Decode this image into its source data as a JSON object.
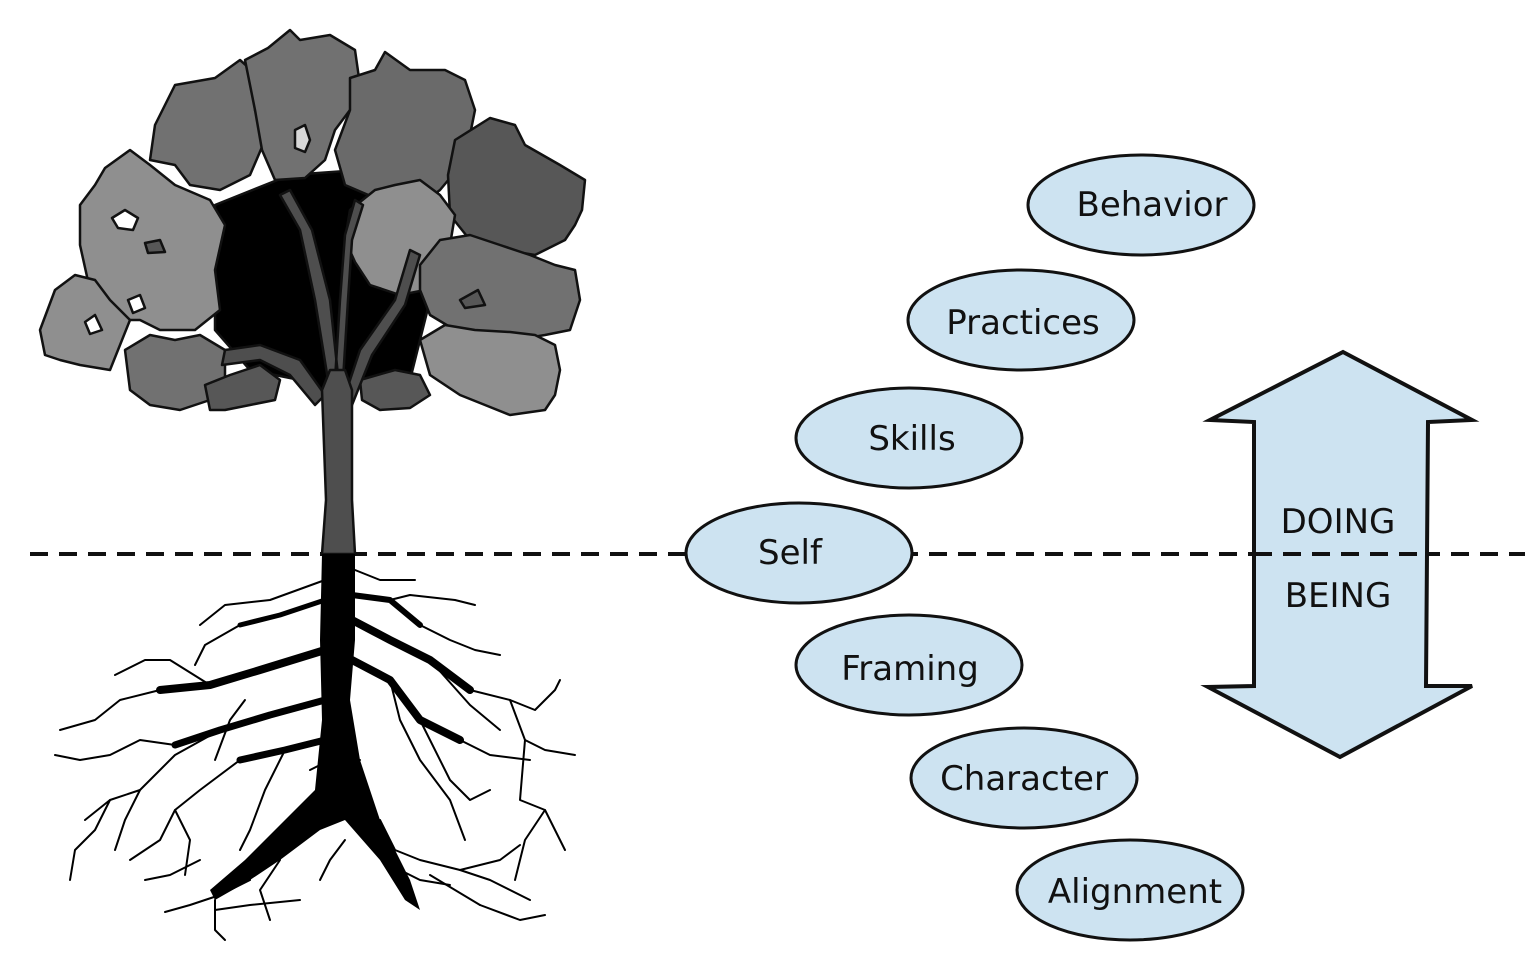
{
  "diagram": {
    "divider_style": "dashed",
    "colors": {
      "bubble_fill": "#cde3f1",
      "outline": "#111111",
      "foliage_light": "#8f8f8f",
      "foliage_mid": "#717171",
      "foliage_dark": "#575757",
      "branches": "#4e4e4e",
      "canopy_inner": "#000000",
      "roots": "#000000"
    },
    "bubbles": [
      {
        "label": "Behavior",
        "zone": "doing"
      },
      {
        "label": "Practices",
        "zone": "doing"
      },
      {
        "label": "Skills",
        "zone": "doing"
      },
      {
        "label": "Self",
        "zone": "boundary"
      },
      {
        "label": "Framing",
        "zone": "being"
      },
      {
        "label": "Character",
        "zone": "being"
      },
      {
        "label": "Alignment",
        "zone": "being"
      }
    ],
    "arrow": {
      "direction": "bidirectional-vertical",
      "top_label": "DOING",
      "bottom_label": "BEING"
    },
    "illustration": {
      "subject": "tree",
      "parts": [
        "canopy",
        "trunk",
        "roots"
      ]
    }
  }
}
